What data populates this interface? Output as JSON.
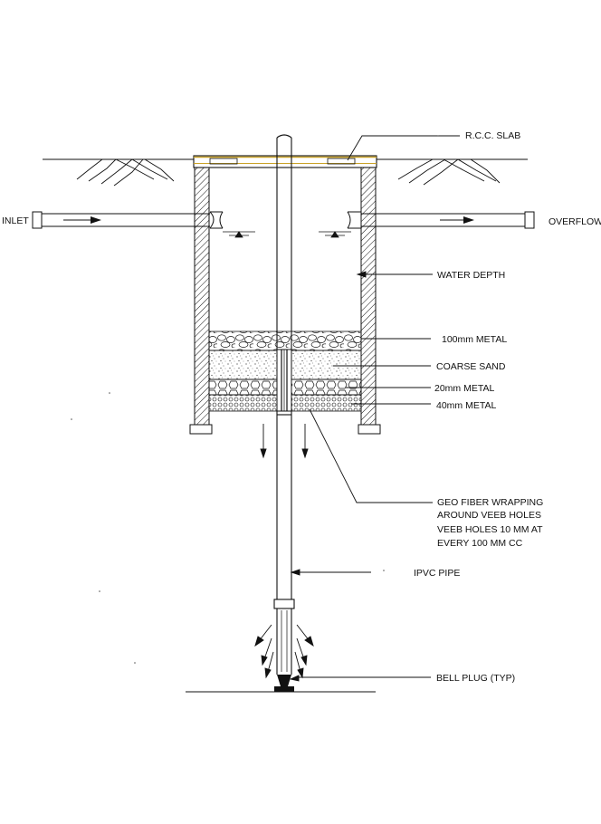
{
  "labels": {
    "slab": "R.C.C. SLAB",
    "inlet": "INLET",
    "overflow": "OVERFLOW",
    "water_depth": "WATER DEPTH",
    "metal_100": "100mm METAL",
    "coarse_sand": "COARSE SAND",
    "metal_20": "20mm METAL",
    "metal_40": "40mm METAL",
    "geo_line1": "GEO FIBER WRAPPING",
    "geo_line2": "AROUND VEEB HOLES",
    "geo_line3": "VEEB HOLES 10 MM AT",
    "geo_line4": "EVERY 100 MM CC",
    "pvc_pipe": "IPVC PIPE",
    "bell_plug": "BELL PLUG (TYP)"
  },
  "colors": {
    "line": "#111111",
    "slab_accent": "#c9a227"
  }
}
